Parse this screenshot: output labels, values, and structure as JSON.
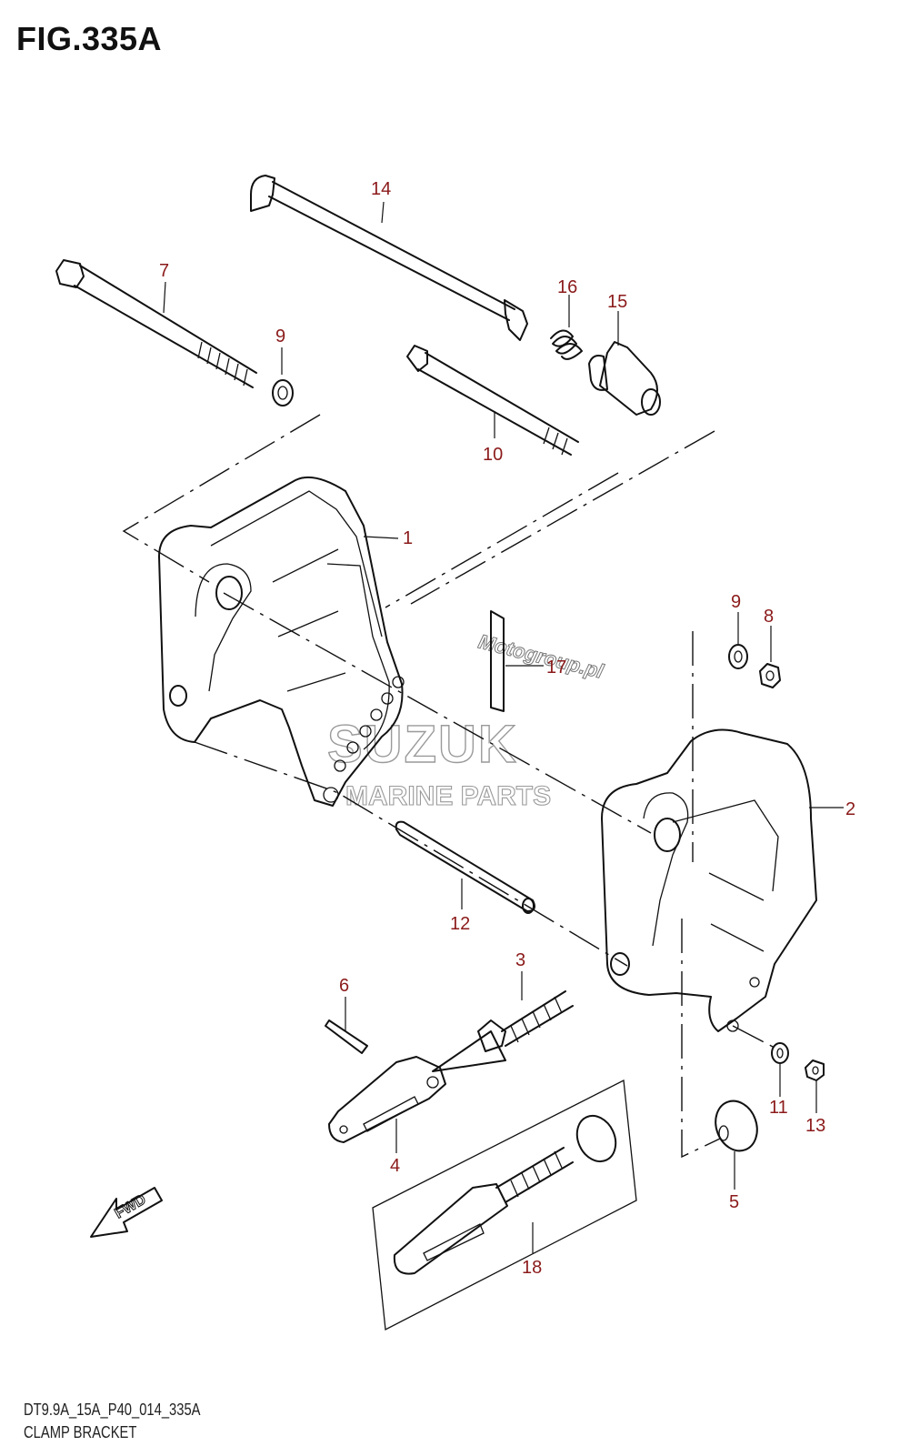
{
  "figure": {
    "title": "FIG.335A",
    "code": "DT9.9A_15A_P40_014_335A",
    "caption": "CLAMP BRACKET"
  },
  "callouts": {
    "c1": "1",
    "c2": "2",
    "c3": "3",
    "c4": "4",
    "c5": "5",
    "c6": "6",
    "c7": "7",
    "c8": "8",
    "c9a": "9",
    "c9b": "9",
    "c10": "10",
    "c11": "11",
    "c12": "12",
    "c13": "13",
    "c14": "14",
    "c15": "15",
    "c16": "16",
    "c17": "17",
    "c18": "18"
  },
  "fwd_label": "FWD",
  "watermarks": {
    "brand": "SUZUK",
    "sub": "MARINE PARTS",
    "site": "Motogroup.pl"
  },
  "colors": {
    "callout": "#8b1a1a",
    "line": "#111111",
    "watermark": "#9a9a9a"
  }
}
